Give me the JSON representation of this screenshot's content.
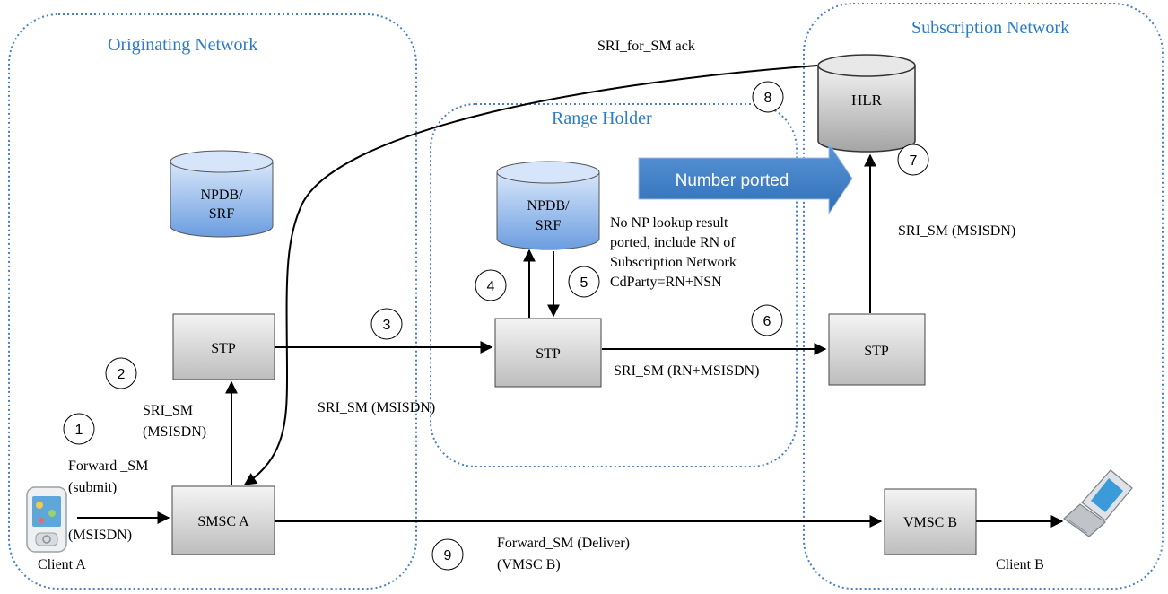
{
  "networks": {
    "originating": "Originating Network",
    "range_holder": "Range Holder",
    "subscription": "Subscription Network"
  },
  "nodes": {
    "npdb_left": [
      "NPDB/",
      "SRF"
    ],
    "npdb_mid": [
      "NPDB/",
      "SRF"
    ],
    "hlr": "HLR",
    "stp_left": "STP",
    "stp_mid": "STP",
    "stp_right": "STP",
    "smsc_a": "SMSC A",
    "vmsc_b": "VMSC B"
  },
  "clients": {
    "a": "Client A",
    "b": "Client B"
  },
  "banner": {
    "text": "Number ported",
    "color": "#3b7fc4"
  },
  "messages": {
    "sri_for_sm_ack": "SRI_for_SM ack",
    "forward_sm": [
      "Forward _SM",
      "(submit)"
    ],
    "msisdn_client": "(MSISDN)",
    "sri_sm_left": [
      "SRI_SM",
      "(MSISDN)"
    ],
    "sri_sm_mid": "SRI_SM (MSISDN)",
    "sri_sm_rn": "SRI_SM (RN+MSISDN)",
    "sri_sm_right": "SRI_SM (MSISDN)",
    "np_result": [
      "No NP lookup result",
      "ported, include RN of",
      "Subscription Network",
      "CdParty=RN+NSN"
    ],
    "forward_sm_deliver": [
      "Forward_SM (Deliver)",
      "(VMSC B)"
    ]
  },
  "steps": [
    "1",
    "2",
    "3",
    "4",
    "5",
    "6",
    "7",
    "8",
    "9"
  ],
  "colors": {
    "network_border": "#4a7fc1",
    "network_title": "#2b7bc6",
    "db_blue": "#6e9fe0",
    "db_gray": "#a9a9a9",
    "box_gray": "#c8c8c8"
  }
}
